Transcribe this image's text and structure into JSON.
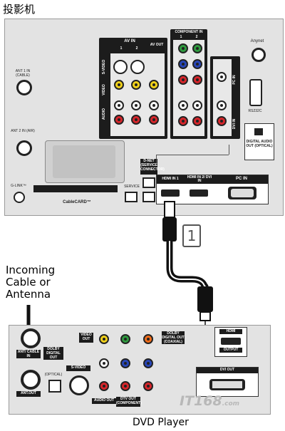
{
  "title": "投影机",
  "tv_panel": {
    "ant1_in": "ANT 1 IN (CABLE)",
    "ant2_in": "ANT 2 IN (AIR)",
    "glink": "G-LINK™",
    "av_in": "AV IN",
    "av_in_1": "1",
    "av_in_2": "2",
    "av_out": "AV OUT",
    "svideo": "S-VIDEO",
    "video": "VIDEO",
    "audio": "AUDIO",
    "component_in": "COMPONENT IN",
    "component_1": "1",
    "component_2": "2",
    "anynet": "Anynet",
    "pc_in_side": "PC IN",
    "rs232c": "RS232C",
    "dvi_in": "DVI IN",
    "digital_audio_out": "DIGITAL AUDIO OUT (OPTICAL)",
    "dnet": "D-NET (SERVICE CONNECTOR)",
    "service": "SERVICE",
    "hdmi_in1": "HDMI IN 1",
    "hdmi_in2": "HDMI IN 2/ DVI IN",
    "pc_in": "PC IN",
    "cablecard": "CableCARD™"
  },
  "cable_step": "1",
  "incoming": {
    "line1": "Incoming",
    "line2": "Cable or",
    "line3": "Antenna"
  },
  "dvd_panel": {
    "ant_in": "ANT/ CABLE IN",
    "ant_out": "ANT.OUT",
    "dolby_out_left": "DOLBY DIGITAL OUT",
    "optical": "(OPTICAL)",
    "svideo": "S-VIDEO",
    "video_out": "VIDEO OUT",
    "dolby_out_coax": "DOLBY DIGITAL OUT (COAXIAL)",
    "audio_out": "AUDIO OUT",
    "dtv_out": "DTV OUT (COMPONENT)",
    "hdmi": "HDMI",
    "output": "OUTPUT",
    "dvi_out": "DVI OUT"
  },
  "dvd_player": "DVD Player",
  "watermark": "IT168",
  "watermark_sub": ".com",
  "colors": {
    "yellow": "#f2d21a",
    "white": "#ffffff",
    "red": "#d8262b",
    "green": "#2f9b3f",
    "blue": "#2846b8",
    "panel": "#e3e3e3",
    "cable": "#111111"
  }
}
